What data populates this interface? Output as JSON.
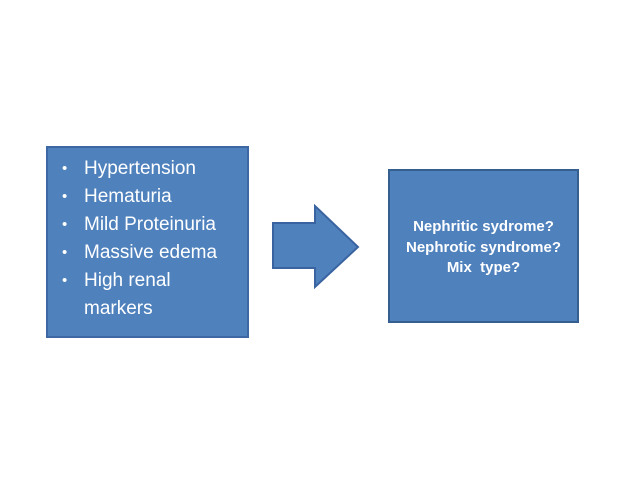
{
  "slide": {
    "background_color": "#ffffff",
    "colors": {
      "shape_fill": "#4f81bd",
      "shape_border": "#3a64a1",
      "shape_text": "#ffffff"
    },
    "symptoms_box": {
      "bullet": "•",
      "items": [
        "Hypertension",
        "Hematuria",
        "Mild Proteinuria",
        "Massive edema",
        "High renal markers"
      ]
    },
    "arrow": {
      "direction": "right"
    },
    "diagnosis_box": {
      "line1": "Nephritic sydrome?",
      "line2": "Nephrotic syndrome?",
      "line3": "Mix  type?"
    }
  }
}
